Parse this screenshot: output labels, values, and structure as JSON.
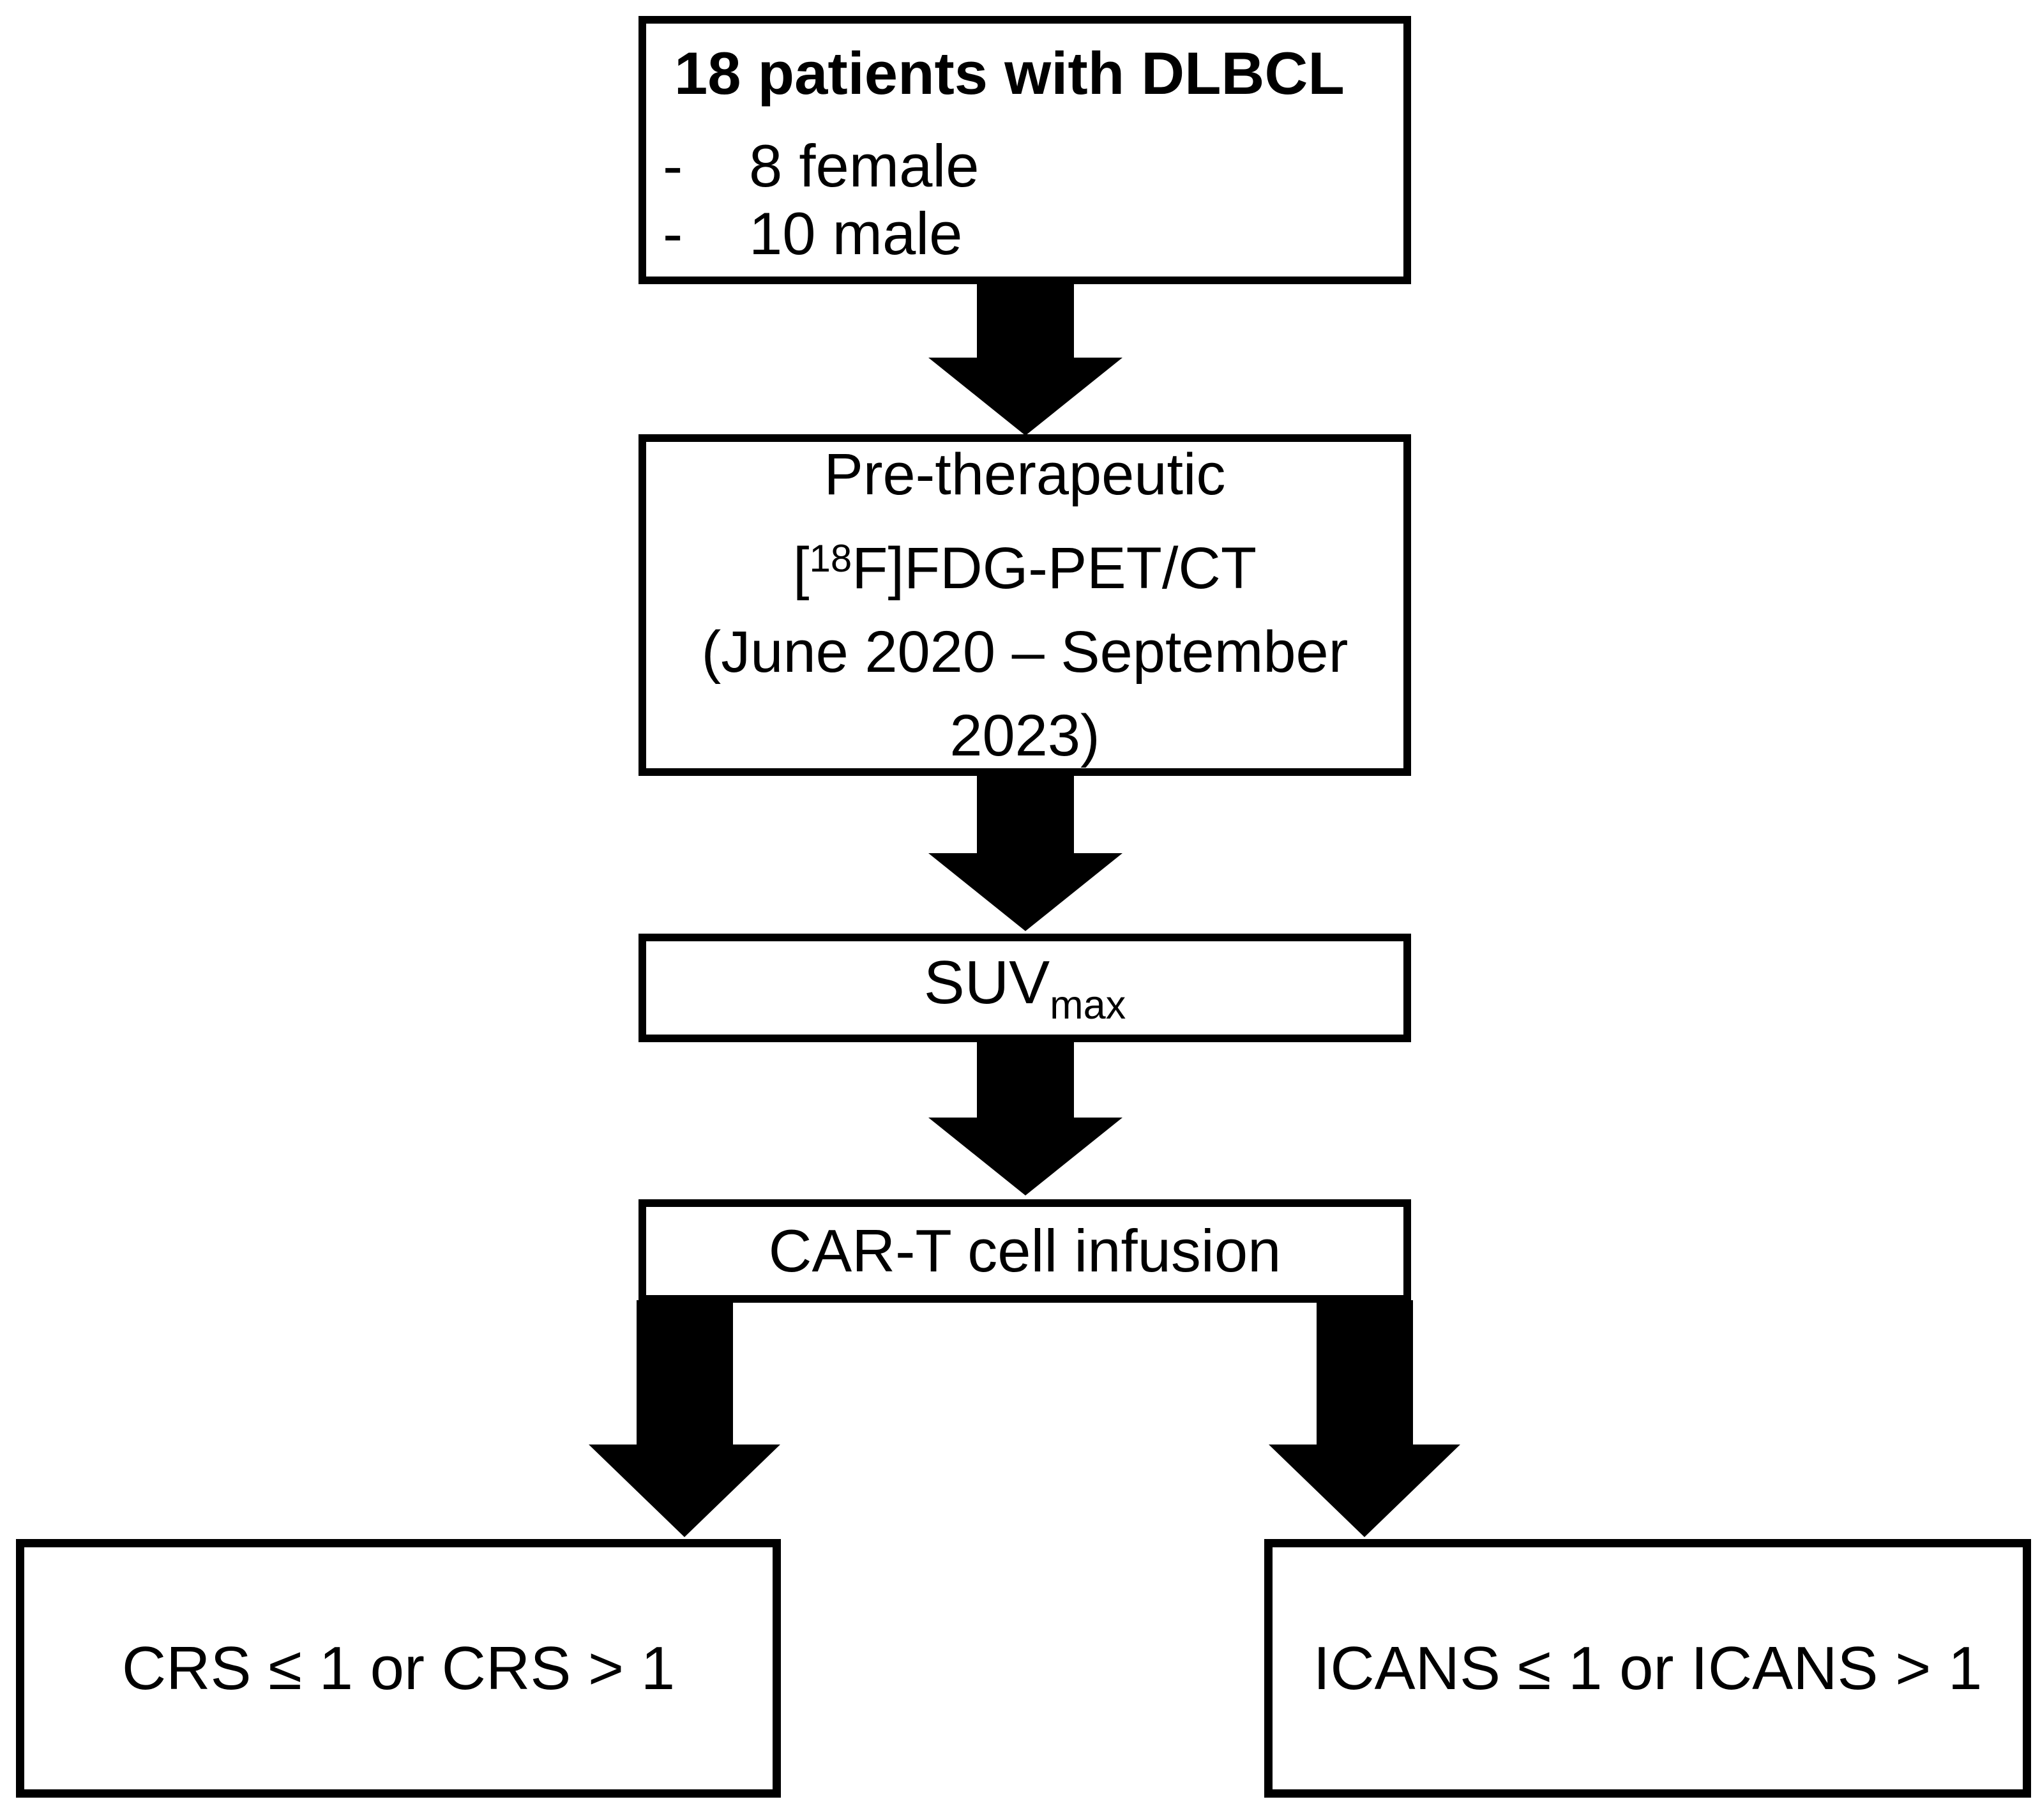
{
  "colors": {
    "background": "#ffffff",
    "line": "#000000",
    "box_fill": "#ffffff",
    "text": "#000000",
    "arrow_fill": "#000000"
  },
  "flowchart": {
    "cohort_box": {
      "title": "18 patients with DLBCL",
      "bullets": [
        {
          "marker": "-",
          "label": "8 female"
        },
        {
          "marker": "-",
          "label": "10 male"
        }
      ]
    },
    "pet_box": {
      "line1": "Pre-therapeutic",
      "line2_open_bracket": "[",
      "line2_isotope": "18",
      "line2_rest": "F]FDG-PET/CT",
      "line3": "(June 2020 – September",
      "line4": "2023)"
    },
    "suv_box": {
      "base": "SUV",
      "subscript": "max"
    },
    "infusion_box": {
      "label": "CAR-T cell infusion"
    },
    "crs_box": {
      "label": "CRS ≤ 1 or CRS > 1"
    },
    "icans_box": {
      "label": "ICANS ≤ 1 or ICANS > 1"
    }
  }
}
